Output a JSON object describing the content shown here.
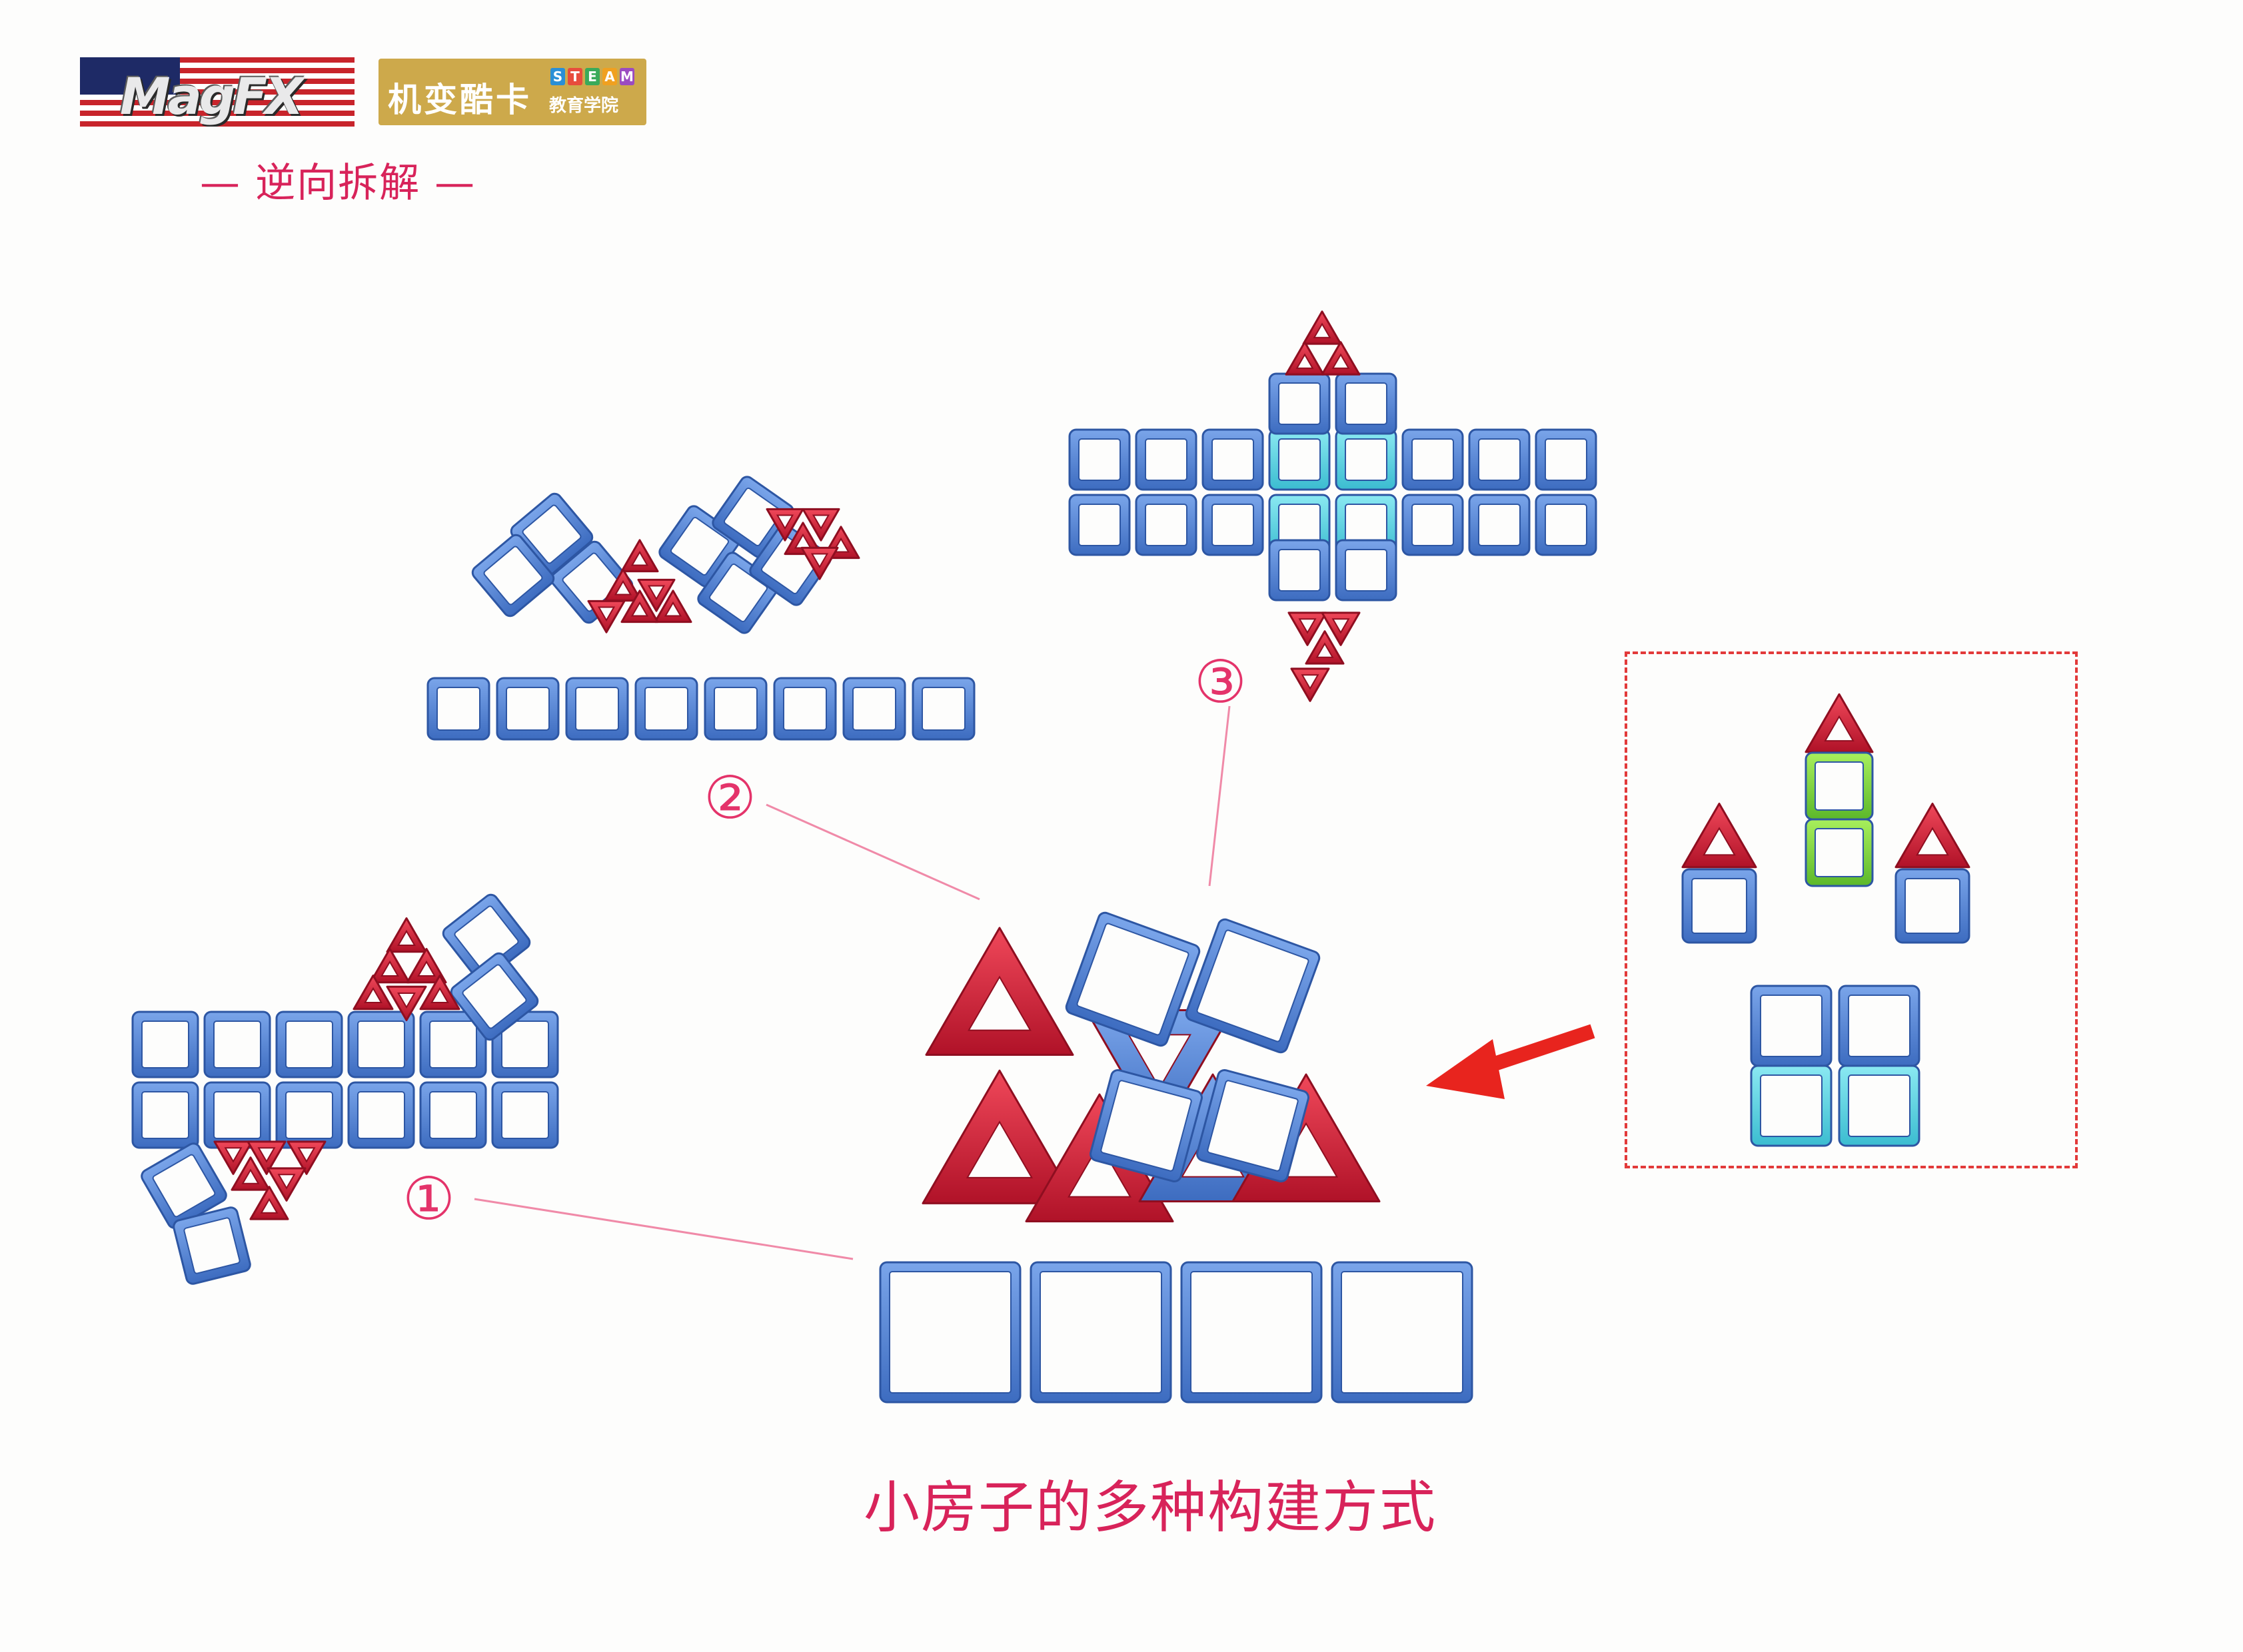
{
  "header": {
    "logo_text": "MagFX",
    "brand_name": "机变酷卡",
    "steam_letters": [
      "S",
      "T",
      "E",
      "A",
      "M"
    ],
    "steam_colors": [
      "#2a8fd6",
      "#e84c3d",
      "#3aaa5a",
      "#f0a020",
      "#9b4bc0"
    ],
    "brand_subtitle": "教育学院",
    "section_title": "—  逆向拆解  —"
  },
  "labels": {
    "step1": "①",
    "step2": "②",
    "step3": "③"
  },
  "caption": "小房子的多种构建方式",
  "colors": {
    "accent": "#d8235a",
    "tile_blue": "#4a7fd0",
    "tile_red": "#d8203a",
    "tile_cyan": "#5fd2e0",
    "tile_green": "#7fd63a",
    "dashed_frame": "#e23a3a",
    "arrow": "#e8241e"
  }
}
